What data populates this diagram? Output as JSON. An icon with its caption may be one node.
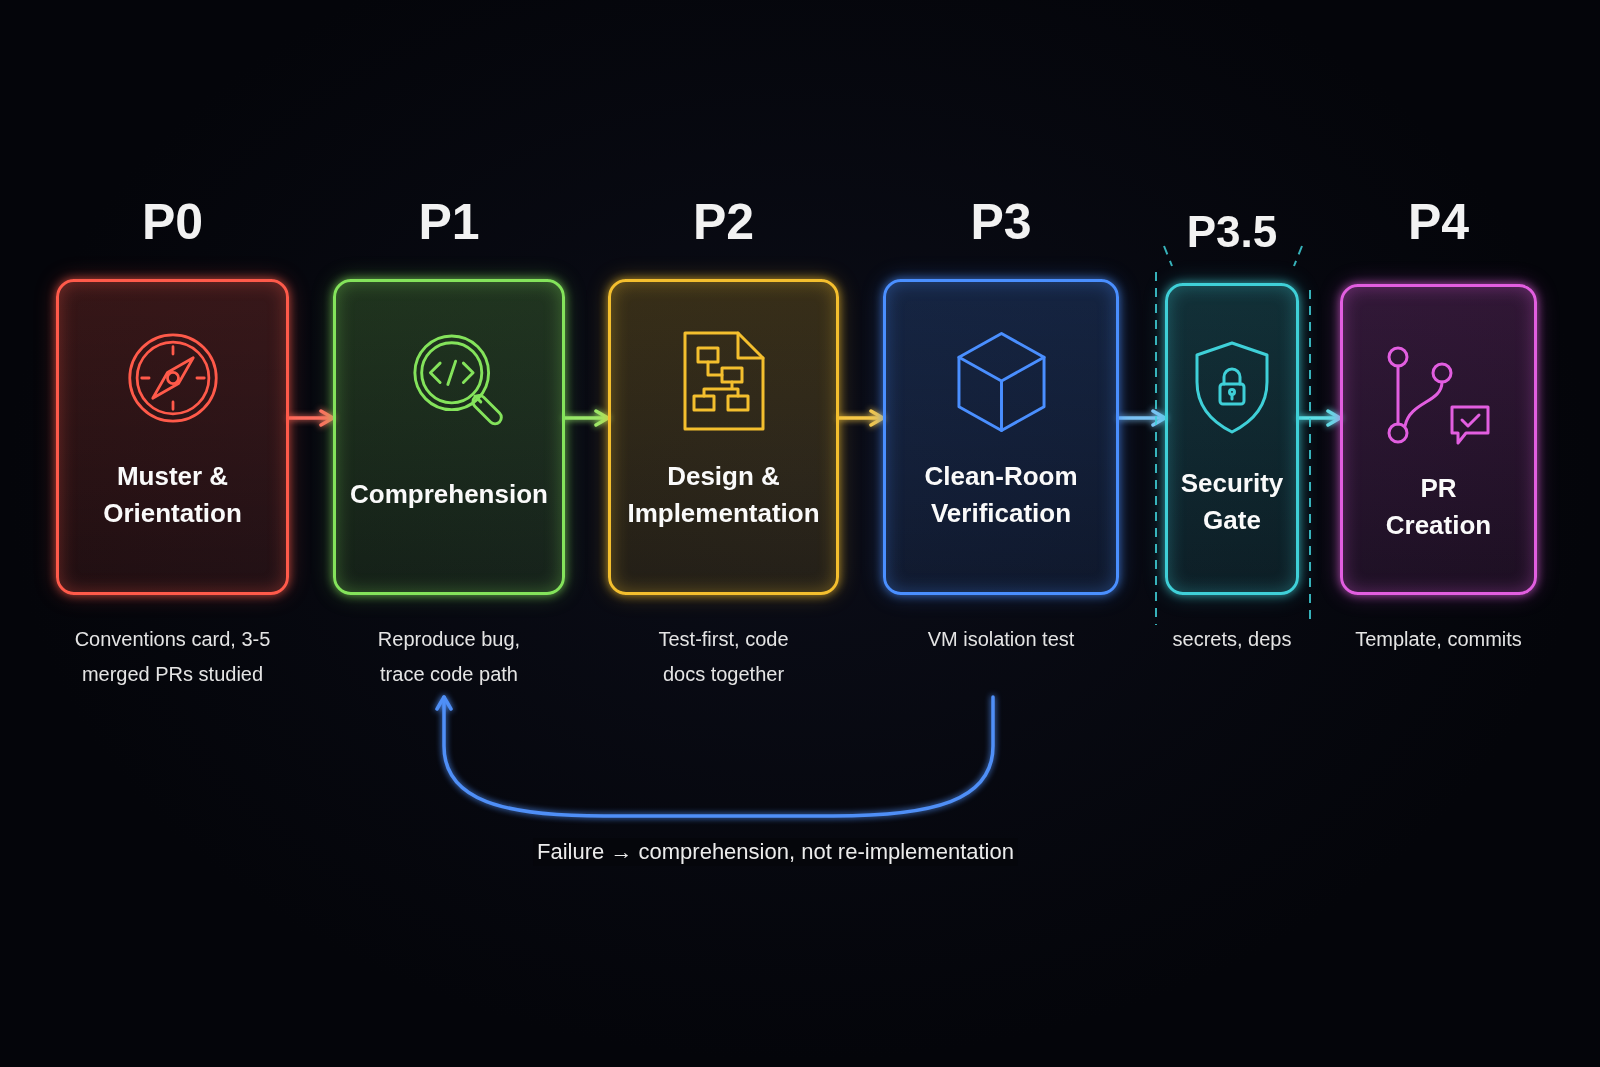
{
  "diagram": {
    "nodes": [
      {
        "text": [
          "P0",
          "Muster & Orientation"
        ],
        "beside": [
          "Conventions card, 3-5 merged PRs studied"
        ]
      },
      {
        "text": [
          "P1",
          "Comprehension"
        ],
        "beside": [
          "Reproduce bug, trace code path"
        ]
      },
      {
        "text": [
          "P2",
          "Design & Implementation"
        ],
        "beside": [
          "Test-first, code docs together"
        ]
      },
      {
        "text": [
          "P3",
          "Clean-Room Verification"
        ],
        "beside": [
          "VM isolation test"
        ]
      },
      {
        "text": [
          "P3.5",
          "Security Gate"
        ],
        "beside": [
          "secrets, deps"
        ]
      },
      {
        "text": [
          "P4",
          "PR Creation"
        ],
        "beside": [
          "Template, commits"
        ]
      }
    ],
    "edges": [
      {
        "from": 0,
        "to": 1,
        "arrow": "to",
        "color": "#ff6f60"
      },
      {
        "from": 1,
        "to": 2,
        "arrow": "to",
        "color": "#9be86a"
      },
      {
        "from": 2,
        "to": 3,
        "arrow": "to",
        "color": "#f7c948"
      },
      {
        "from": 3,
        "to": 4,
        "arrow": "to",
        "color": "#7cc4f4"
      },
      {
        "from": 4,
        "to": 5,
        "arrow": "to",
        "color": "#5fe0e6"
      },
      {
        "from": 3,
        "to": 1,
        "arrow": "to",
        "label": "Failure → comprehension, not re-implementation",
        "color": "#4f8ff7"
      }
    ]
  }
}
